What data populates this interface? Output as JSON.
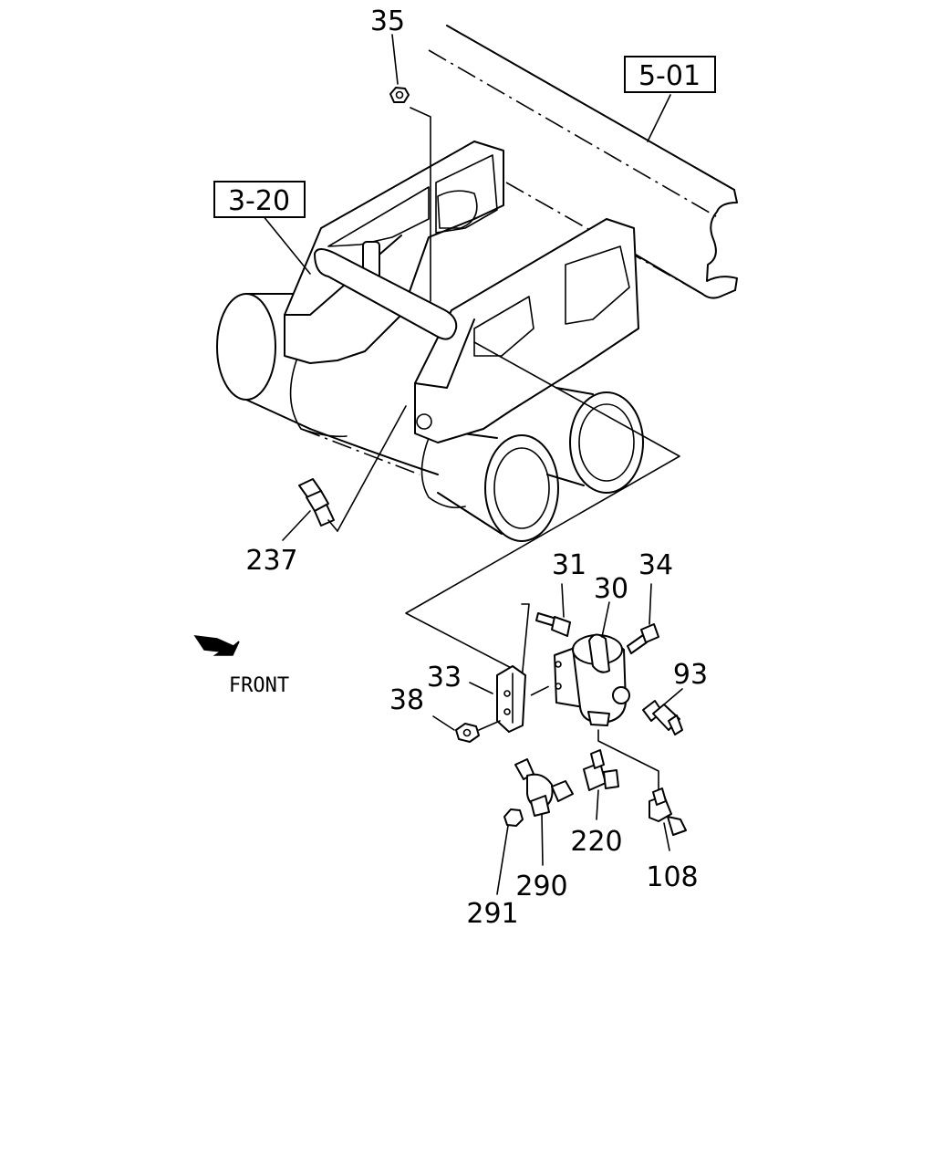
{
  "references": {
    "frame": "5-01",
    "bracket": "3-20"
  },
  "callouts": {
    "nut_35": "35",
    "connector_237": "237",
    "bolt_31": "31",
    "valve_30": "30",
    "bolt_34": "34",
    "fitting_93": "93",
    "bracket_33": "33",
    "nut_38": "38",
    "union_220": "220",
    "elbow_108": "108",
    "cock_290": "290",
    "nut_291": "291"
  },
  "orientation": {
    "label": "FRONT",
    "icon": "front-arrow-icon"
  }
}
